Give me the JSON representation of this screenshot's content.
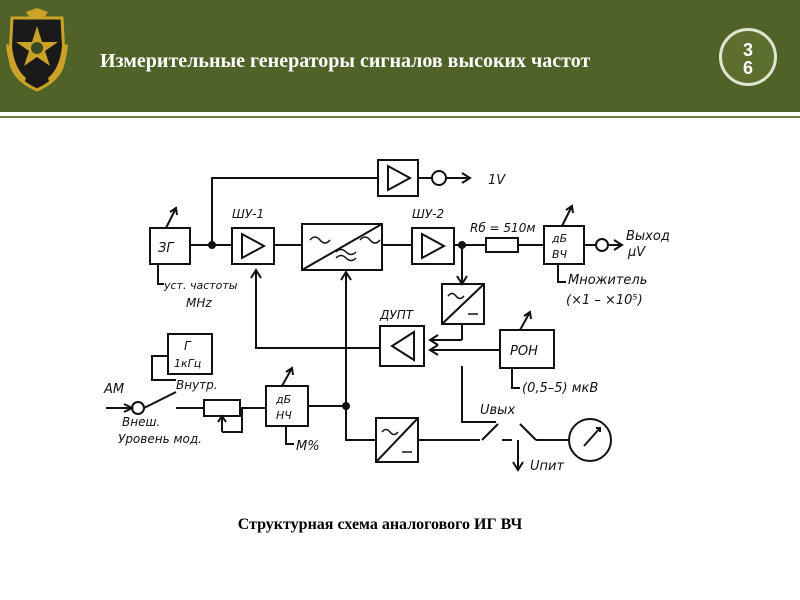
{
  "header": {
    "title": "Измерительные генераторы сигналов высоких частот",
    "slide_number_line1": "3",
    "slide_number_line2": "6",
    "background_color": "#4f6228"
  },
  "diagram": {
    "labels": {
      "out_1v": "1V",
      "zg": "ЗГ",
      "shu1": "ШУ-1",
      "shu2": "ШУ-2",
      "rb": "Rб = 510м",
      "db_vch_1": "дБ",
      "db_vch_2": "ВЧ",
      "vyhod": "Выход",
      "mu_v": "μV",
      "ust_chastoty": "уст. частоты",
      "mhz": "MHz",
      "mnozhitel": "Множитель",
      "mnozhitel_range": "(×1 – ×10⁵)",
      "duPT": "ДУПТ",
      "ron": "РОН",
      "ron_range": "(0,5–5) мкВ",
      "g": "Г",
      "g_freq": "1кГц",
      "vnutr": "Внутр.",
      "am": "AM",
      "vnesh": "Внеш.",
      "uroven_mod": "Уровень мод.",
      "db_nch_1": "дБ",
      "db_nch_2": "НЧ",
      "m_percent": "M%",
      "u_vyh": "Uвых",
      "u_pit": "Uпит"
    }
  },
  "caption": "Структурная схема аналогового ИГ ВЧ"
}
